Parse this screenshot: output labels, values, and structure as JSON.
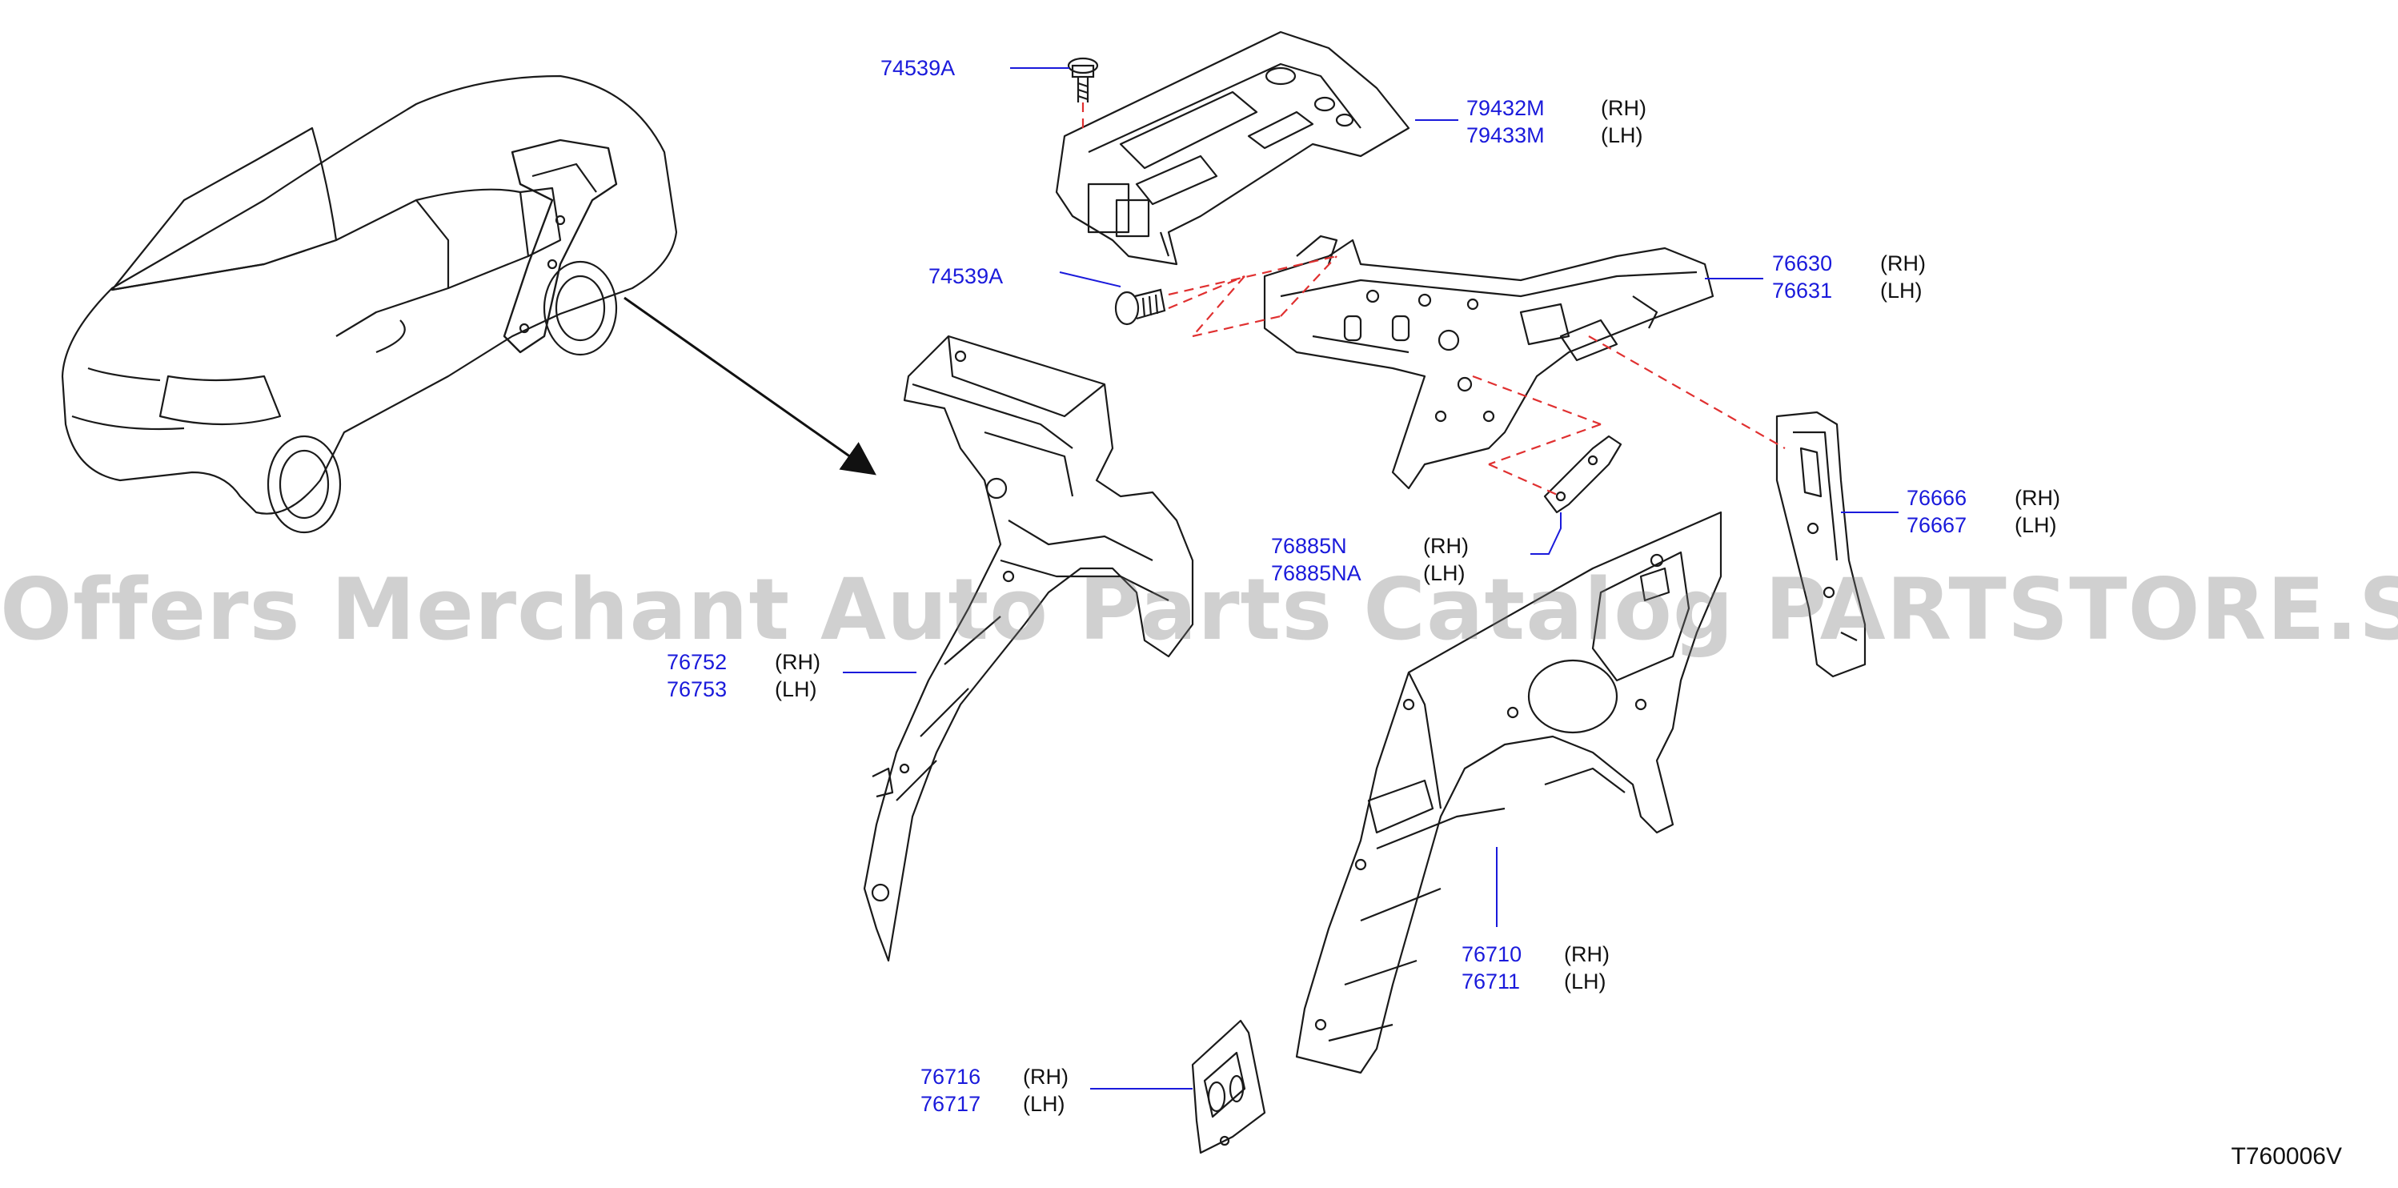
{
  "diagram_code": "T760006V",
  "watermark": "Offers Merchant Auto Parts Catalog PARTSTORE.SA",
  "colors": {
    "part_number": "#1a1adb",
    "side_text": "#111111",
    "dashed_guide": "#e03030",
    "linework": "#1a1a1a"
  },
  "callouts": [
    {
      "id": "bolt-top",
      "part": "74539A"
    },
    {
      "id": "bracket-top",
      "rh": {
        "part": "79432M",
        "side": "(RH)"
      },
      "lh": {
        "part": "79433M",
        "side": "(LH)"
      }
    },
    {
      "id": "bolt-mid",
      "part": "74539A"
    },
    {
      "id": "upper-rail",
      "rh": {
        "part": "76630",
        "side": "(RH)"
      },
      "lh": {
        "part": "76631",
        "side": "(LH)"
      }
    },
    {
      "id": "pillar-reinf",
      "rh": {
        "part": "76666",
        "side": "(RH)"
      },
      "lh": {
        "part": "76667",
        "side": "(LH)"
      }
    },
    {
      "id": "small-bracket",
      "rh": {
        "part": "76885N",
        "side": "(RH)"
      },
      "lh": {
        "part": "76885NA",
        "side": "(LH)"
      }
    },
    {
      "id": "inner-wheelhouse",
      "rh": {
        "part": "76752",
        "side": "(RH)"
      },
      "lh": {
        "part": "76753",
        "side": "(LH)"
      }
    },
    {
      "id": "outer-wheelhouse",
      "rh": {
        "part": "76710",
        "side": "(RH)"
      },
      "lh": {
        "part": "76711",
        "side": "(LH)"
      }
    },
    {
      "id": "lower-ext",
      "rh": {
        "part": "76716",
        "side": "(RH)"
      },
      "lh": {
        "part": "76717",
        "side": "(LH)"
      }
    }
  ]
}
